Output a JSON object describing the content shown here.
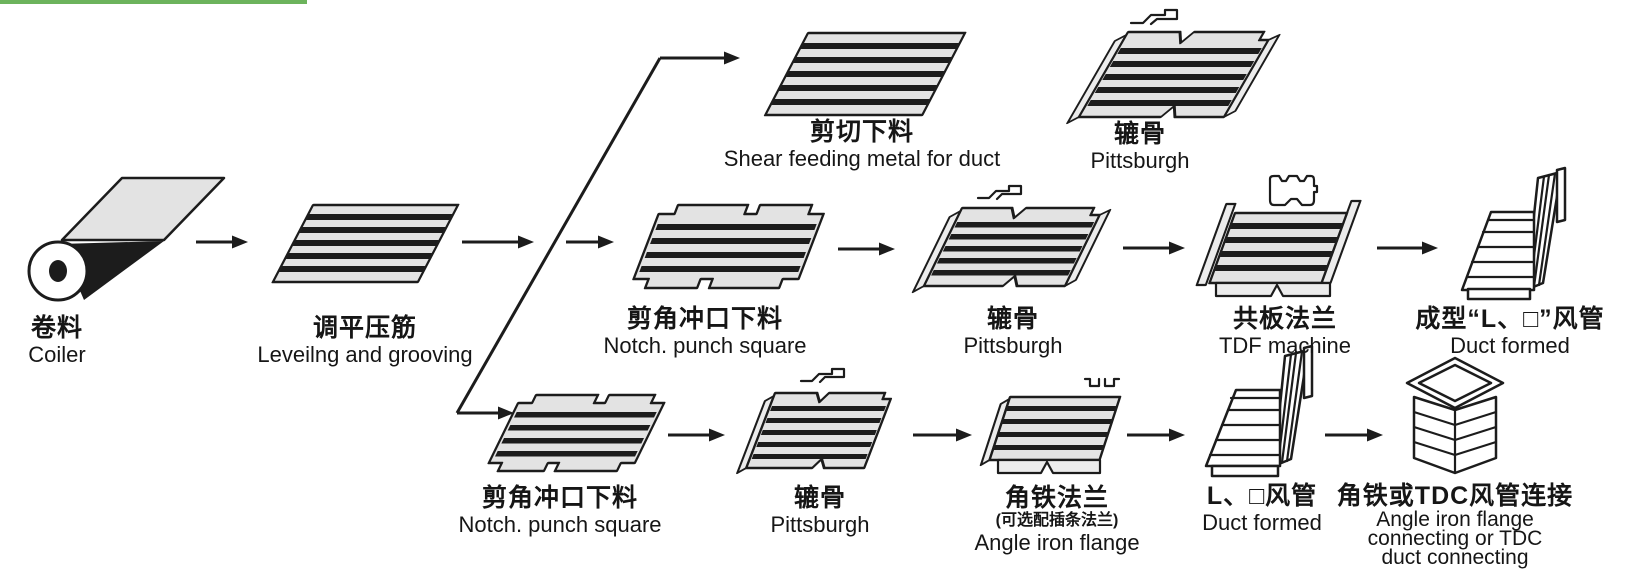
{
  "title": "Duct production line process flow",
  "colors": {
    "background": "#ffffff",
    "line": "#1c1c1c",
    "sheet_fill": "#e3e3e3",
    "flange_fill": "#ececec",
    "accent_bar_green": "#6cb35c"
  },
  "stations": [
    {
      "zh": "卷料",
      "en": "Coiler"
    },
    {
      "zh": "调平压筋",
      "en": "Leveilng and grooving"
    },
    {
      "zh": "剪切下料",
      "en": "Shear feeding metal for duct"
    },
    {
      "zh": "辘骨",
      "en": "Pittsburgh"
    },
    {
      "zh": "剪角冲口下料",
      "en": "Notch. punch square"
    },
    {
      "zh": "辘骨",
      "en": "Pittsburgh"
    },
    {
      "zh": "共板法兰",
      "en": "TDF machine"
    },
    {
      "zh": "成型“L、□”风管",
      "en": "Duct formed"
    },
    {
      "zh": "剪角冲口下料",
      "en": "Notch. punch square"
    },
    {
      "zh": "辘骨",
      "en": "Pittsburgh"
    },
    {
      "zh": "角铁法兰",
      "note": "(可选配插条法兰)",
      "en": "Angle iron flange"
    },
    {
      "zh": "L、□风管",
      "en": "Duct formed"
    },
    {
      "zh": "角铁或TDC风管连接",
      "en_line1": "Angle iron flange",
      "en_line2": "connecting or TDC",
      "en_line3": "duct connecting"
    }
  ],
  "icons": {
    "pittsburgh_seam": "s-shaped lock seam profile",
    "tdf_cleat": "TDF flange clip profile",
    "angle_profile": "angle iron profile pair"
  },
  "flow": {
    "main": [
      "Coiler",
      "Leveilng and grooving"
    ],
    "branches": [
      [
        "Shear feeding metal for duct",
        "Pittsburgh"
      ],
      [
        "Notch. punch square",
        "Pittsburgh",
        "TDF machine",
        "Duct formed"
      ],
      [
        "Notch. punch square",
        "Pittsburgh",
        "Angle iron flange",
        "Duct formed",
        "Angle iron flange connecting or TDC duct connecting"
      ]
    ]
  }
}
